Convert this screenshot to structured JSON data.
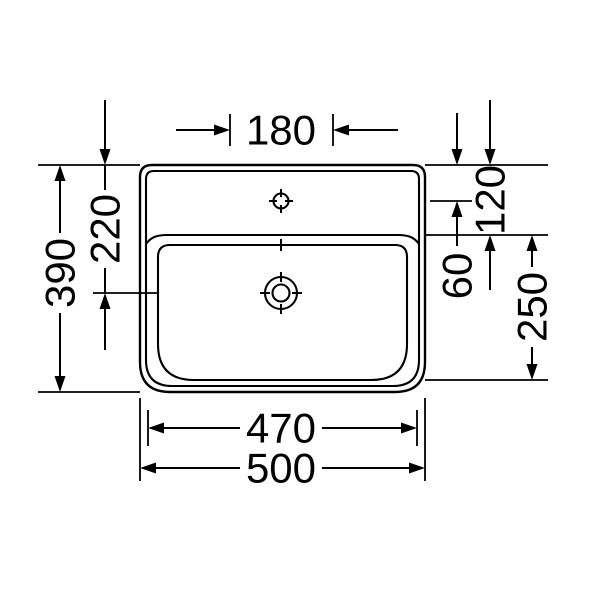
{
  "drawing": {
    "labels": {
      "d180": "180",
      "d120": "120",
      "d60": "60",
      "d250": "250",
      "d390": "390",
      "d220": "220",
      "d470": "470",
      "d500": "500"
    },
    "colors": {
      "line": "#000000",
      "background": "#ffffff"
    }
  }
}
